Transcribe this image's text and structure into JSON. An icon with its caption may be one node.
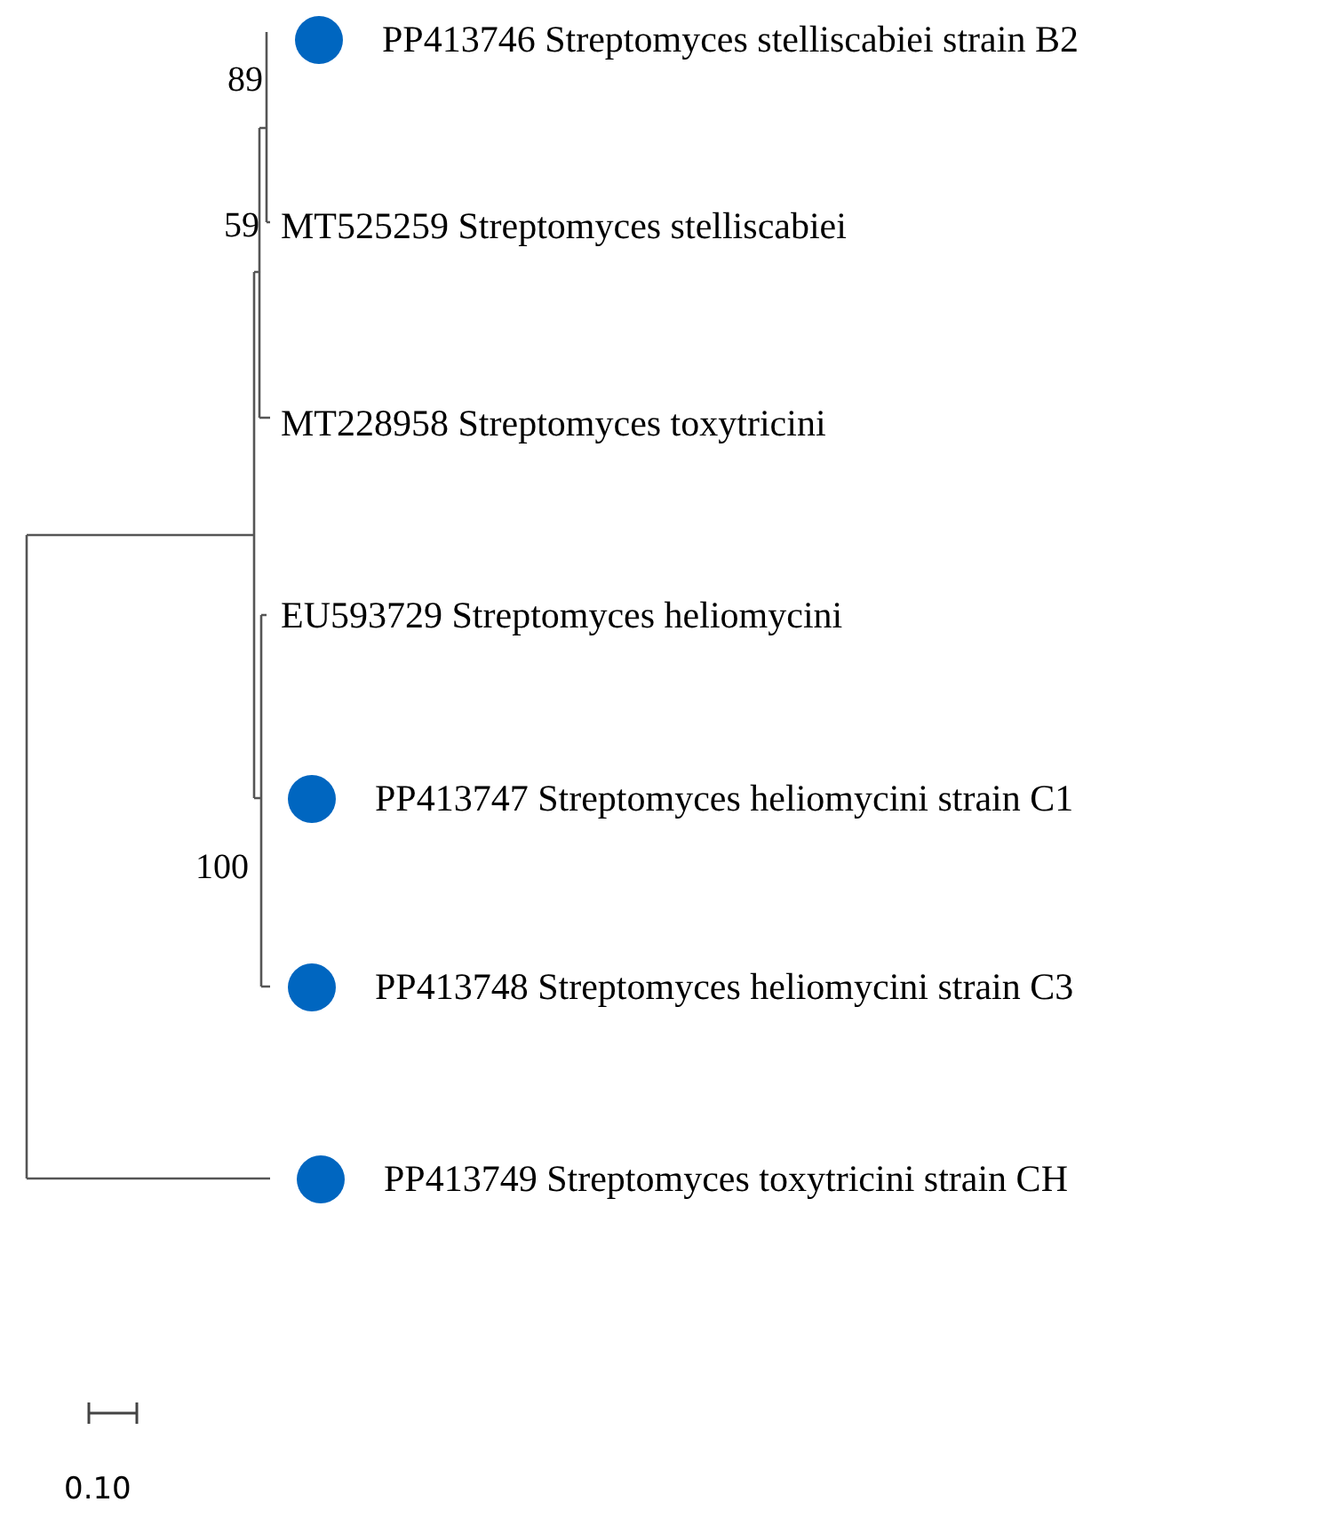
{
  "diagram": {
    "nodes": [
      {
        "text": [],
        "shape": "circle"
      },
      {
        "text": [
          "PP413746 Streptomyces stelliscabiei strain B2"
        ]
      },
      {
        "text": [
          "MT525259 Streptomyces stelliscabiei"
        ]
      },
      {
        "text": [
          "MT228958 Streptomyces toxytricini"
        ]
      },
      {
        "text": [
          "EU593729 Streptomyces heliomycini"
        ]
      },
      {
        "text": [],
        "shape": "circle"
      },
      {
        "text": [
          "PP413747 Streptomyces heliomycini strain C1"
        ]
      },
      {
        "text": [],
        "shape": "circle"
      },
      {
        "text": [
          "PP413748 Streptomyces heliomycini strain C3"
        ]
      },
      {
        "text": [],
        "shape": "circle"
      },
      {
        "text": [
          "PP413749 Streptomyces toxytricini strain CH"
        ]
      }
    ],
    "labels": [
      "89",
      "59",
      "100",
      "0.10"
    ]
  }
}
